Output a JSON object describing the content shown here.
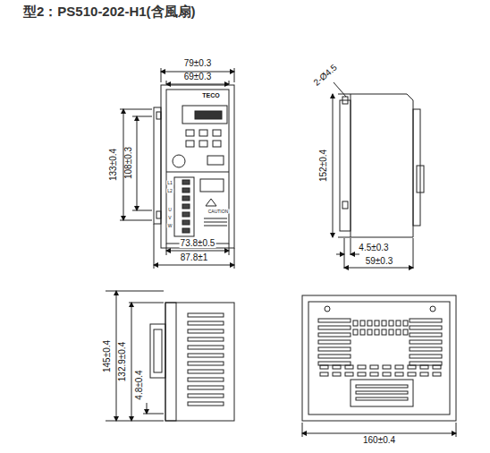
{
  "diagram": {
    "title": "型2：PS510-202-H1(含風扇)",
    "labels": [
      "79±0.3",
      "69±0.3",
      "133±0.4",
      "108±0.3",
      "73.8±0.5",
      "87.8±1",
      "2-Ø4.5",
      "152±0.4",
      "4.5±0.3",
      "59±0.3",
      "145±0.4",
      "132.9±0.4",
      "4.8±0.4",
      "160±0.4",
      "TECO",
      "L1",
      "L2",
      "U",
      "V",
      "W",
      "CAUTION"
    ]
  }
}
